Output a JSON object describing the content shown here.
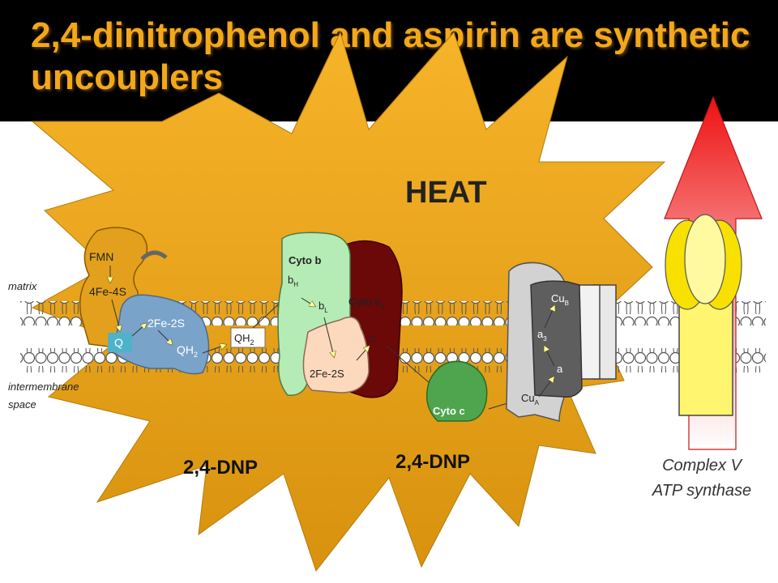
{
  "title": "2,4-dinitrophenol and aspirin are synthetic uncouplers",
  "heat_label": "HEAT",
  "dnp_label": "2,4-DNP",
  "dnp_label_2": "2,4-DNP",
  "regions": {
    "matrix": "matrix",
    "intermembrane_1": "intermembrane",
    "intermembrane_2": "space"
  },
  "complex1": {
    "fmn": "FMN",
    "fe4s": "4Fe-4S",
    "fe2s": "2Fe-2S",
    "q": "Q",
    "qh2": "QH",
    "qh2_sub": "2"
  },
  "carrier_qh2": {
    "text": "QH",
    "sub": "2"
  },
  "complex3": {
    "cyto_b": "Cyto b",
    "bh": "b",
    "bh_sub": "H",
    "bl": "b",
    "bl_sub": "L",
    "cyto_c1": "Cyto c",
    "cyto_c1_sub": "1",
    "c1": "c",
    "c1_sub": "1",
    "fe2s": "2Fe-2S"
  },
  "cyto_c": "Cyto c",
  "complex4": {
    "cub": "Cu",
    "cub_sub": "B",
    "a3": "a",
    "a3_sub": "3",
    "a": "a",
    "cua": "Cu",
    "cua_sub": "A"
  },
  "complex5": {
    "line1": "Complex V",
    "line2": "ATP synthase"
  },
  "colors": {
    "title": "#f3a81a",
    "starburst": "#e3a01c",
    "complex1": "#7aa3c9",
    "cyto_b": "#b5ecb5",
    "cyto_c1": "#6b0808",
    "fes_peach": "#fcd8bd",
    "cyto_c": "#4ea54e",
    "complex4_dark": "#5e5e5e",
    "complex4_light": "#d2d2d2",
    "atp_yellow": "#fff56e",
    "arrow_red": "#ee1111"
  }
}
